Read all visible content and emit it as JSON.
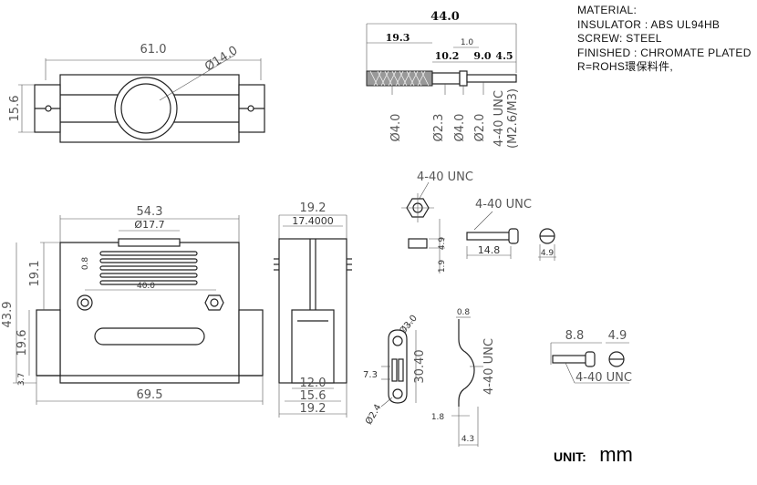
{
  "notes": {
    "material": "MATERIAL:",
    "insulator": "INSULATOR : ABS UL94HB",
    "screw": "SCREW: STEEL",
    "finished": "FINISHED : CHROMATE PLATED",
    "rohs": "R=ROHS環保料件,"
  },
  "unit": {
    "label": "UNIT:",
    "value": "mm"
  },
  "top_view": {
    "width": "61.0",
    "height": "15.6",
    "hole": "Ø14.0"
  },
  "front_view": {
    "width": "54.3",
    "slot": "Ø17.7",
    "pitch": "40.0",
    "vent": "0.8",
    "upper": "19.1",
    "total": "43.9",
    "lower": "19.6",
    "base": "3.7",
    "bottom_width": "69.5"
  },
  "side_view": {
    "width": "19.2",
    "inner": "17.4000",
    "w12": "12.0",
    "w156": "15.6",
    "w192": "19.2"
  },
  "screw_long": {
    "total": "44.0",
    "a": "19.3",
    "b": "1.0",
    "c": "10.2",
    "d": "9.0",
    "e": "4.5",
    "d1": "Ø4.0",
    "d2": "Ø2.3",
    "d3": "Ø4.0",
    "d4": "Ø2.0",
    "thread": "4-40 UNC",
    "thread_note": "(M2.6/M3)"
  },
  "nut": {
    "thread": "4-40 UNC",
    "h": "4.9",
    "t": "1.9"
  },
  "screw_short": {
    "thread": "4-40 UNC",
    "length": "14.8",
    "head": "4.9"
  },
  "clamp": {
    "hole": "Ø3.0",
    "slot": "Ø2.4",
    "height": "30.40",
    "width": "7.3"
  },
  "bracket": {
    "t": "0.8",
    "thread": "4-40 UNC",
    "h": "1.8",
    "w": "4.3"
  },
  "thumb_screw": {
    "l": "8.8",
    "head": "4.9",
    "thread": "4-40 UNC"
  }
}
